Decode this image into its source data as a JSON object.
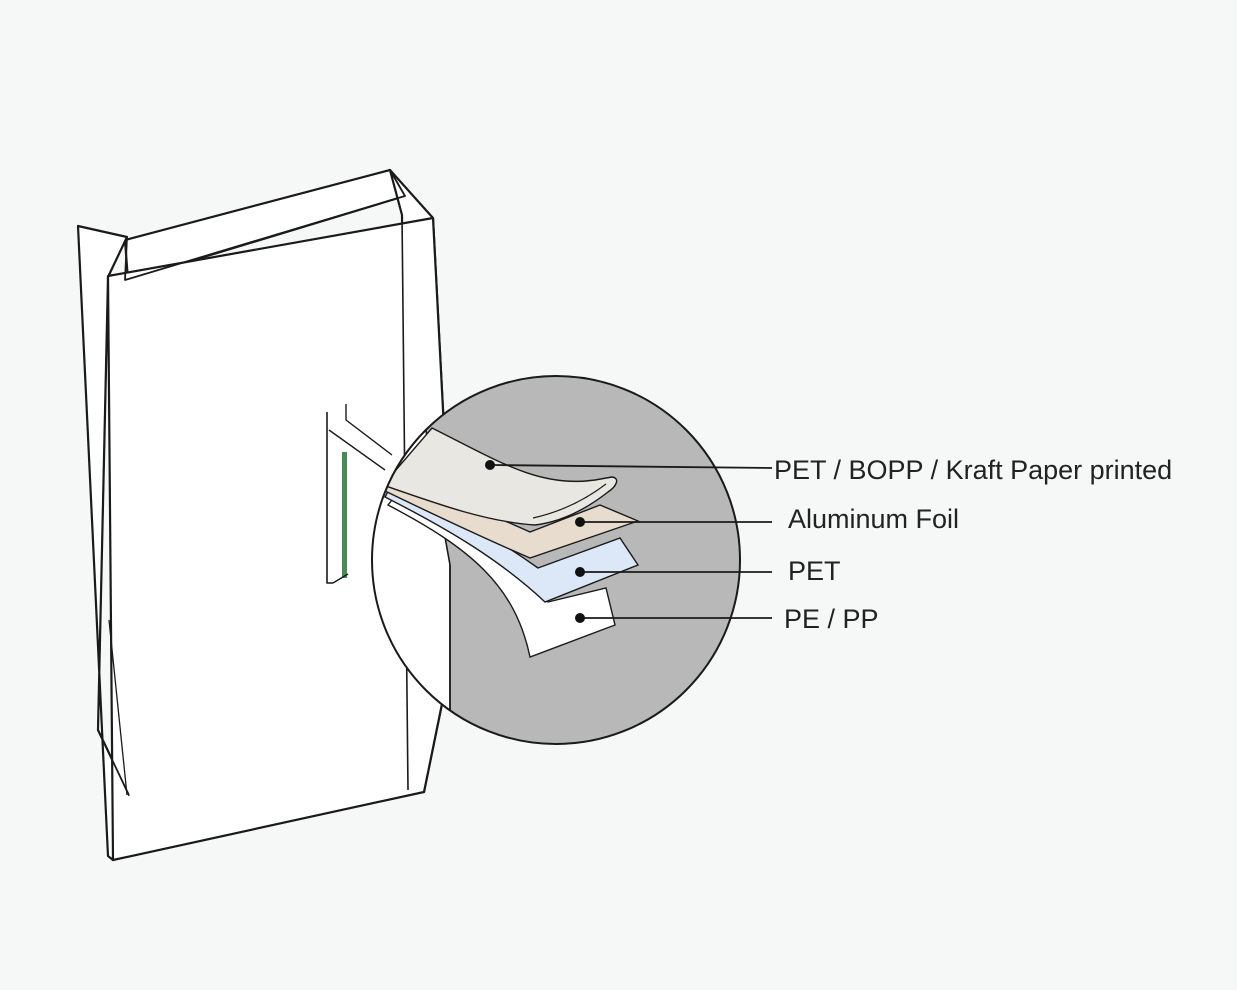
{
  "colors": {
    "background": "#f6f7f7",
    "outline": "#1a1a1a",
    "bag_fill": "#ffffff",
    "magnifier_fill": "#b7b8b7",
    "zip_strip": "#4c8a55",
    "layer_print": "#e9e7e2",
    "layer_foil": "#e7dccd",
    "layer_pet": "#dce8f8",
    "layer_pe": "#ffffff"
  },
  "layers": [
    {
      "id": "print",
      "label": "PET / BOPP / Kraft Paper printed"
    },
    {
      "id": "foil",
      "label": "Aluminum Foil"
    },
    {
      "id": "pet",
      "label": "PET"
    },
    {
      "id": "pe",
      "label": "PE / PP"
    }
  ]
}
